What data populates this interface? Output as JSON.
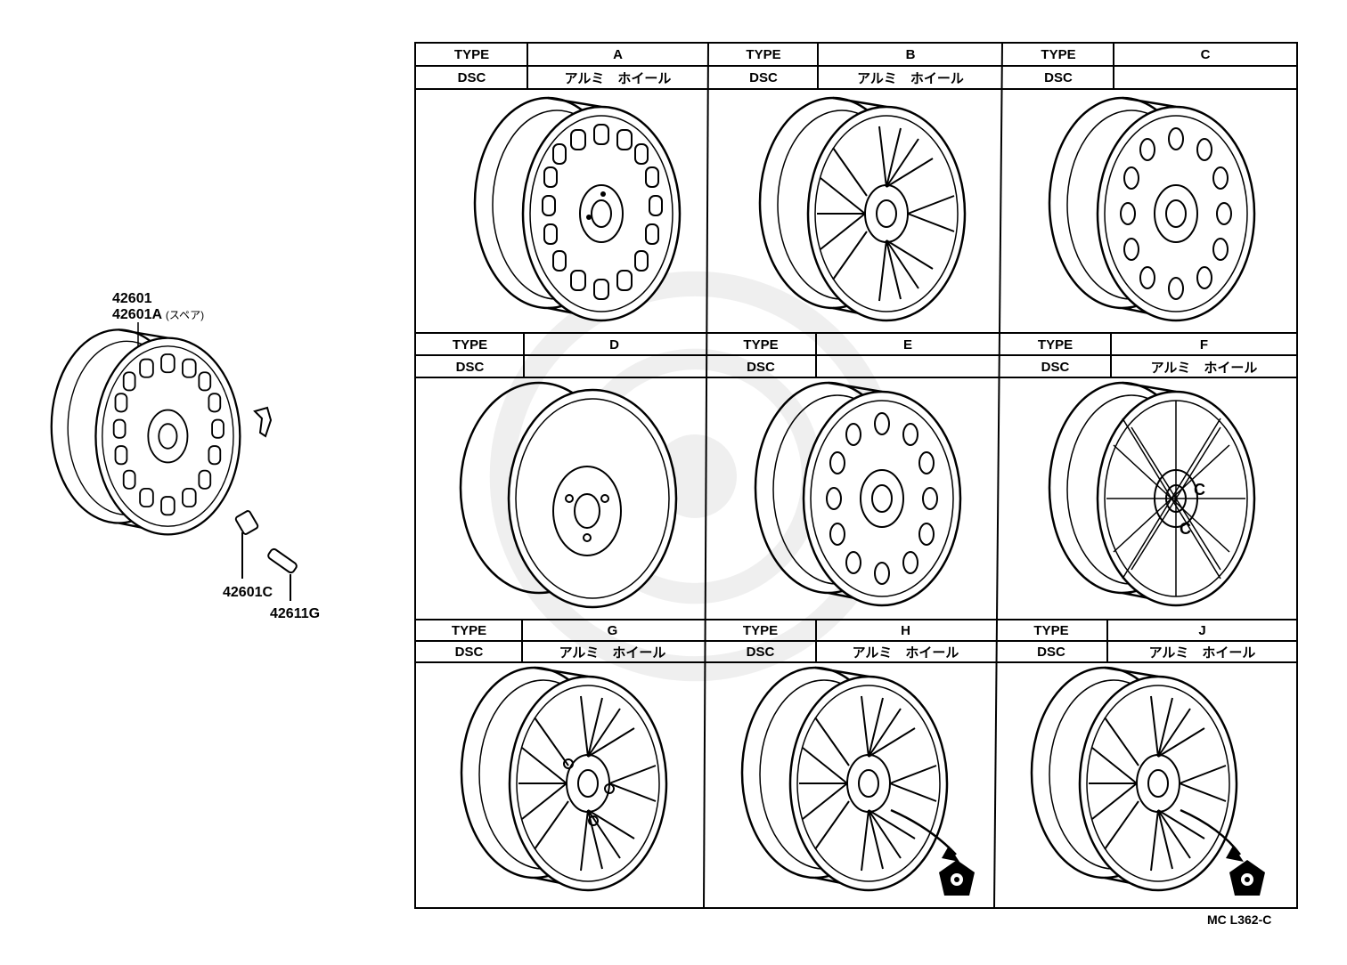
{
  "parts": {
    "wheel_main": "42601",
    "wheel_spare": "42601A",
    "spare_note": "(スペア)",
    "valve_cap": "42601C",
    "valve": "42611G"
  },
  "cells": [
    {
      "type_key": "TYPE",
      "type_value": "A",
      "dsc_key": "DSC",
      "dsc_value": "アルミ　ホイール"
    },
    {
      "type_key": "TYPE",
      "type_value": "B",
      "dsc_key": "DSC",
      "dsc_value": "アルミ　ホイール"
    },
    {
      "type_key": "TYPE",
      "type_value": "C",
      "dsc_key": "DSC",
      "dsc_value": ""
    },
    {
      "type_key": "TYPE",
      "type_value": "D",
      "dsc_key": "DSC",
      "dsc_value": ""
    },
    {
      "type_key": "TYPE",
      "type_value": "E",
      "dsc_key": "DSC",
      "dsc_value": ""
    },
    {
      "type_key": "TYPE",
      "type_value": "F",
      "dsc_key": "DSC",
      "dsc_value": "アルミ　ホイール"
    },
    {
      "type_key": "TYPE",
      "type_value": "G",
      "dsc_key": "DSC",
      "dsc_value": "アルミ　ホイール"
    },
    {
      "type_key": "TYPE",
      "type_value": "H",
      "dsc_key": "DSC",
      "dsc_value": "アルミ　ホイール"
    },
    {
      "type_key": "TYPE",
      "type_value": "J",
      "dsc_key": "DSC",
      "dsc_value": "アルミ　ホイール"
    }
  ],
  "footer_code": "MC  L362-C"
}
